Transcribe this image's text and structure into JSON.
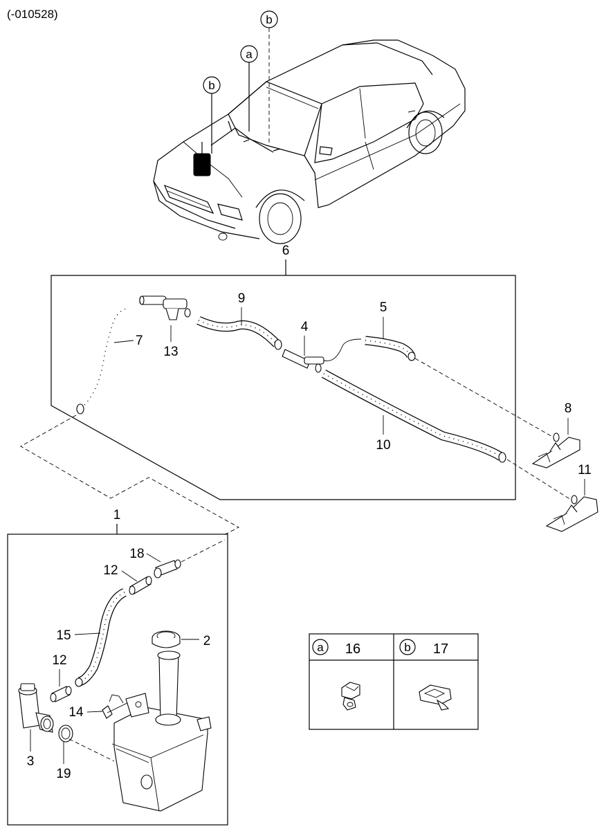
{
  "header": {
    "code": "(-010528)"
  },
  "callouts": {
    "p1": "1",
    "p2": "2",
    "p3": "3",
    "p4": "4",
    "p5": "5",
    "p6": "6",
    "p7": "7",
    "p8": "8",
    "p9": "9",
    "p10": "10",
    "p11": "11",
    "p12a": "12",
    "p12b": "12",
    "p13": "13",
    "p14": "14",
    "p15": "15",
    "p18": "18",
    "p19": "19"
  },
  "car_markers": {
    "a": "a",
    "b1": "b",
    "b2": "b"
  },
  "legend": {
    "cell_a": {
      "letter": "a",
      "part": "16"
    },
    "cell_b": {
      "letter": "b",
      "part": "17"
    }
  }
}
